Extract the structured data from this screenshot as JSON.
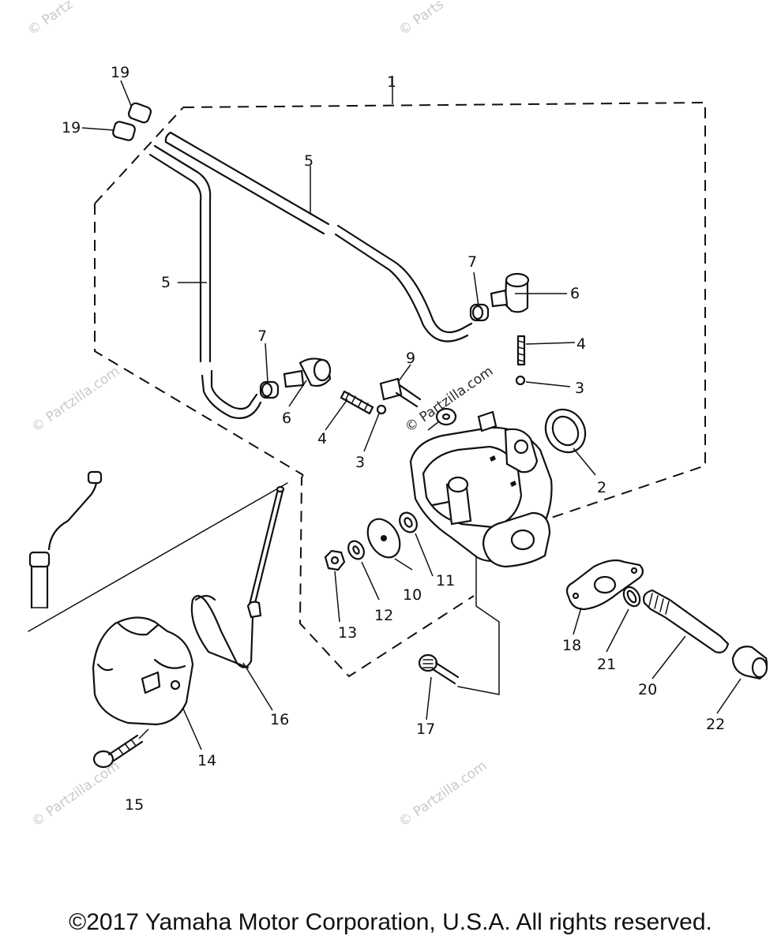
{
  "callouts": [
    "1",
    "2",
    "3",
    "3",
    "4",
    "4",
    "5",
    "5",
    "6",
    "6",
    "7",
    "7",
    "9",
    "10",
    "11",
    "12",
    "13",
    "14",
    "15",
    "16",
    "17",
    "18",
    "19",
    "19",
    "20",
    "21",
    "22"
  ],
  "watermark": {
    "text": "© Partzilla.com",
    "text_partial_left": "© Partz",
    "text_partial_top": "© Parts"
  },
  "copyright": "©2017 Yamaha Motor Corporation, U.S.A. All rights reserved."
}
